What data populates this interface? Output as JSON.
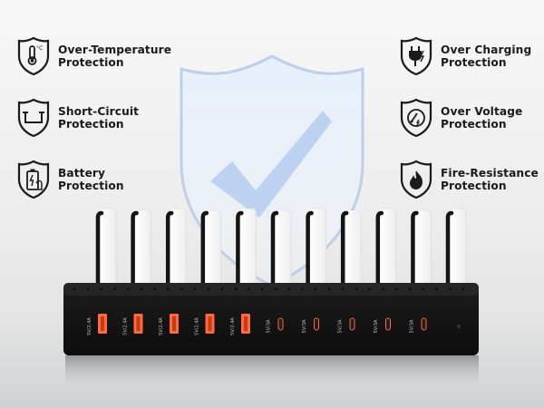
{
  "features": [
    {
      "id": "over-temperature",
      "icon": "thermometer-icon",
      "line1": "Over-Temperature",
      "line2": "Protection",
      "side": "left",
      "row": 0
    },
    {
      "id": "short-circuit",
      "icon": "circuit-icon",
      "line1": "Short-Circuit",
      "line2": "Protection",
      "side": "left",
      "row": 1
    },
    {
      "id": "battery",
      "icon": "battery-icon",
      "line1": "Battery",
      "line2": "Protection",
      "side": "left",
      "row": 2
    },
    {
      "id": "over-charging",
      "icon": "plug-icon",
      "line1": "Over Charging",
      "line2": "Protection",
      "side": "right",
      "row": 0
    },
    {
      "id": "over-voltage",
      "icon": "voltage-icon",
      "line1": "Over Voltage",
      "line2": "Protection",
      "side": "right",
      "row": 1
    },
    {
      "id": "fire-resistance",
      "icon": "flame-icon",
      "line1": "Fire-Resistance",
      "line2": "Protection",
      "side": "right",
      "row": 2
    }
  ],
  "ports": [
    {
      "type": "usb-a",
      "label": "5V/2.4A"
    },
    {
      "type": "usb-a",
      "label": "5V/2.4A"
    },
    {
      "type": "usb-a",
      "label": "5V/2.4A"
    },
    {
      "type": "usb-a",
      "label": "5V/2.4A"
    },
    {
      "type": "usb-a",
      "label": "5V/2.4A"
    },
    {
      "type": "usb-c",
      "label": "5V/3A"
    },
    {
      "type": "usb-c",
      "label": "5V/3A"
    },
    {
      "type": "usb-c",
      "label": "5V/3A"
    },
    {
      "type": "usb-c",
      "label": "5V/3A"
    },
    {
      "type": "usb-c",
      "label": "5V/3A"
    }
  ],
  "colors": {
    "usb_a_port": "#ff6a3c",
    "device_body": "#151515",
    "shield": "#cfe0f4",
    "checkmark": "#a9c6ec"
  }
}
